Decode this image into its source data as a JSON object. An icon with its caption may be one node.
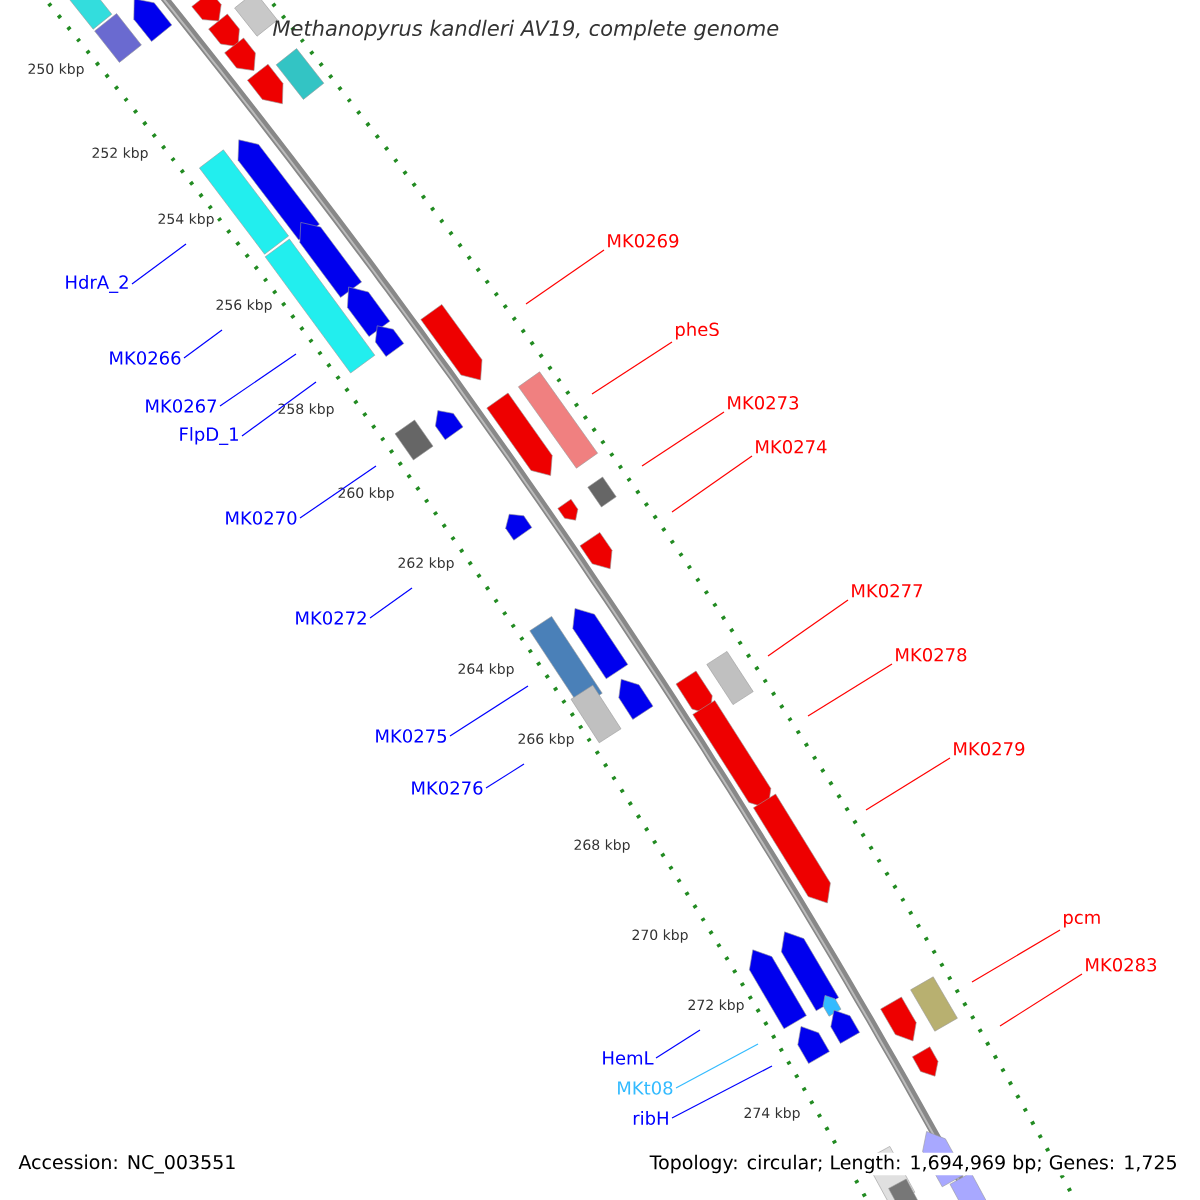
{
  "diagram": {
    "title": "Methanopyrus kandleri AV19, complete genome",
    "nodes": [
      {
        "text": [
          "MK0269"
        ]
      },
      {
        "text": [
          "HdrA_2"
        ]
      },
      {
        "text": [
          "pheS"
        ]
      },
      {
        "text": [
          "MK0266"
        ]
      },
      {
        "text": [
          "MK0273"
        ]
      },
      {
        "text": [
          "MK0267"
        ]
      },
      {
        "text": [
          "FlpD_1"
        ]
      },
      {
        "text": [
          "MK0274"
        ]
      },
      {
        "text": [
          "MK0270"
        ]
      },
      {
        "text": [
          "MK0277"
        ]
      },
      {
        "text": [
          "MK0272"
        ]
      },
      {
        "text": [
          "MK0278"
        ]
      },
      {
        "text": [
          "MK0275"
        ]
      },
      {
        "text": [
          "MK0279"
        ]
      },
      {
        "text": [
          "MK0276"
        ]
      },
      {
        "text": [
          "pcm"
        ]
      },
      {
        "text": [
          "MK0283"
        ]
      },
      {
        "text": [
          "HemL"
        ]
      },
      {
        "text": [
          "MKt08"
        ]
      },
      {
        "text": [
          "ribH"
        ]
      }
    ],
    "edges": [
      {
        "from": 0,
        "to": null,
        "arrow": "none",
        "color": "#ff0000"
      },
      {
        "from": 1,
        "to": null,
        "arrow": "none",
        "color": "#0000ff"
      },
      {
        "from": 2,
        "to": null,
        "arrow": "none",
        "color": "#ff0000"
      },
      {
        "from": 3,
        "to": null,
        "arrow": "none",
        "color": "#0000ff"
      },
      {
        "from": 4,
        "to": null,
        "arrow": "none",
        "color": "#ff0000"
      },
      {
        "from": 5,
        "to": null,
        "arrow": "none",
        "color": "#0000ff"
      },
      {
        "from": 6,
        "to": null,
        "arrow": "none",
        "color": "#0000ff"
      },
      {
        "from": 7,
        "to": null,
        "arrow": "none",
        "color": "#ff0000"
      },
      {
        "from": 8,
        "to": null,
        "arrow": "none",
        "color": "#0000ff"
      },
      {
        "from": 9,
        "to": null,
        "arrow": "none",
        "color": "#ff0000"
      },
      {
        "from": 10,
        "to": null,
        "arrow": "none",
        "color": "#0000ff"
      },
      {
        "from": 11,
        "to": null,
        "arrow": "none",
        "color": "#ff0000"
      },
      {
        "from": 12,
        "to": null,
        "arrow": "none",
        "color": "#0000ff"
      },
      {
        "from": 13,
        "to": null,
        "arrow": "none",
        "color": "#ff0000"
      },
      {
        "from": 14,
        "to": null,
        "arrow": "none",
        "color": "#0000ff"
      },
      {
        "from": 15,
        "to": null,
        "arrow": "none",
        "color": "#ff0000"
      },
      {
        "from": 16,
        "to": null,
        "arrow": "none",
        "color": "#ff0000"
      },
      {
        "from": 17,
        "to": null,
        "arrow": "none",
        "color": "#0000ff"
      },
      {
        "from": 18,
        "to": null,
        "arrow": "none",
        "color": "#33bbff"
      },
      {
        "from": 19,
        "to": null,
        "arrow": "none",
        "color": "#0000ff"
      }
    ],
    "labels": [
      "250 kbp",
      "252 kbp",
      "254 kbp",
      "256 kbp",
      "258 kbp",
      "260 kbp",
      "262 kbp",
      "264 kbp",
      "266 kbp",
      "268 kbp",
      "270 kbp",
      "272 kbp",
      "274 kbp",
      "Accession: NC_003551",
      "Topology: circular; Length: 1,694,969 bp; Genes: 1,725"
    ]
  }
}
